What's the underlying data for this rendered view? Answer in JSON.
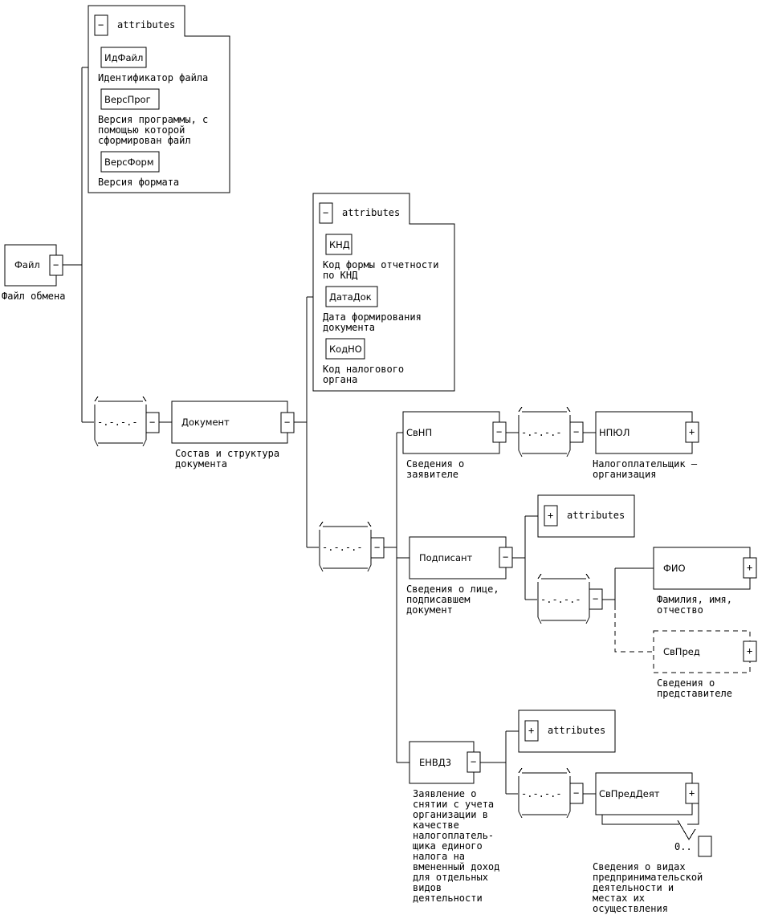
{
  "colors": {
    "line": "#000000",
    "background": "#ffffff",
    "text": "#000000"
  },
  "root": {
    "name": "Файл",
    "toggle": "−",
    "description": "Файл обмена",
    "attributes": {
      "toggle": "−",
      "label": "attributes",
      "items": [
        {
          "name": "ИдФайл",
          "description": [
            "Идентификатор файла"
          ]
        },
        {
          "name": "ВерсПрог",
          "description": [
            "Версия программы, с",
            "помощью которой",
            "сформирован файл"
          ]
        },
        {
          "name": "ВерсФорм",
          "description": [
            "Версия формата"
          ]
        }
      ]
    },
    "sequence_toggle": "−"
  },
  "document": {
    "name": "Документ",
    "toggle": "−",
    "description": [
      "Состав и структура",
      "документа"
    ],
    "attributes": {
      "toggle": "−",
      "label": "attributes",
      "items": [
        {
          "name": "КНД",
          "description": [
            "Код формы отчетности",
            "по КНД"
          ]
        },
        {
          "name": "ДатаДок",
          "description": [
            "Дата формирования",
            "документа"
          ]
        },
        {
          "name": "КодНО",
          "description": [
            "Код налогового",
            "органа"
          ]
        }
      ]
    },
    "sequence_toggle": "−"
  },
  "svnp": {
    "name": "СвНП",
    "toggle": "−",
    "description": [
      "Сведения о",
      "заявителе"
    ],
    "choice_toggle": "−",
    "child": {
      "name": "НПЮЛ",
      "toggle": "+",
      "description": [
        "Налогоплательщик –",
        "организация"
      ]
    }
  },
  "podpisant": {
    "name": "Подписант",
    "toggle": "−",
    "description": [
      "Сведения о лице,",
      "подписавшем",
      "документ"
    ],
    "attributes": {
      "toggle": "+",
      "label": "attributes"
    },
    "choice_toggle": "−",
    "children": [
      {
        "name": "ФИО",
        "toggle": "+",
        "description": [
          "Фамилия, имя,",
          "отчество"
        ],
        "optional": false
      },
      {
        "name": "СвПред",
        "toggle": "+",
        "description": [
          "Сведения о",
          "представителе"
        ],
        "optional": true
      }
    ]
  },
  "envd": {
    "name": "ЕНВД3",
    "toggle": "−",
    "description": [
      "Заявление о",
      "снятии с учета",
      "организации в",
      "качестве",
      "налогоплатель-",
      "щика единого",
      "налога на",
      "вмененный доход",
      "для отдельных",
      "видов",
      "деятельности"
    ],
    "attributes": {
      "toggle": "+",
      "label": "attributes"
    },
    "sequence_toggle": "−",
    "child": {
      "name": "СвПредДеят",
      "toggle": "+",
      "cardinality": "0..",
      "description": [
        "Сведения о видах",
        "предпринимательской",
        "деятельности и",
        "местах их",
        "осуществления"
      ]
    }
  },
  "compositor": {
    "sequence_glyph": "-.-.-.-"
  }
}
